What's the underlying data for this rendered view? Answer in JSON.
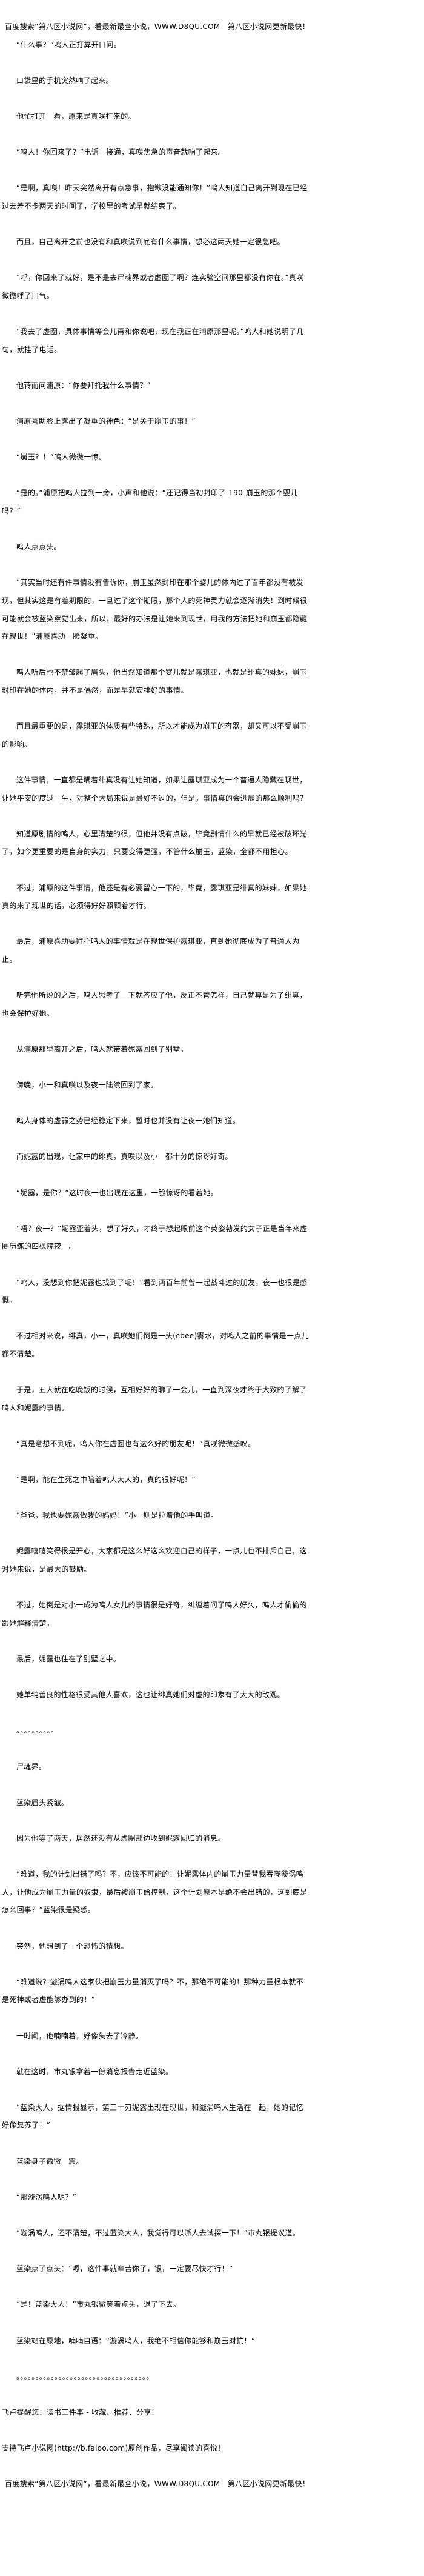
{
  "banner": "百度搜索“第八区小说网”，看最新最全小说，WWW.D8QU.COM　第八区小说网更新最快！",
  "paragraphs": [
    "“什么事？”鸣人正打算开口问。",
    "口袋里的手机突然响了起来。",
    "他忙打开一看，原来是真咲打来的。",
    "“鸣人！你回来了？”电话一接通，真咲焦急的声音就响了起来。",
    "“是啊，真咲！昨天突然离开有点急事，抱歉没能通知你！”鸣人知道自己离开到现在已经过去差不多两天的时间了，学校里的考试早就结束了。",
    "而且，自己离开之前也没有和真咲说到底有什么事情，想必这两天她一定很急吧。",
    "“呼，你回来了就好，是不是去尸魂界或者虚圈了啊？连实验空间那里都没有你在。”真咲微微呼了口气。",
    "“我去了虚圈，具体事情等会儿再和你说吧，现在我正在浦原那里呢。”鸣人和她说明了几句，就挂了电话。",
    "他转而问浦原：“你要拜托我什么事情？”",
    "浦原喜助脸上露出了凝重的神色：“是关于崩玉的事！”",
    "“崩玉？！”鸣人微微一惊。",
    "“是的。”浦原把鸣人拉到一旁，小声和他说：“还记得当初封印了-190-崩玉的那个婴儿吗？”",
    "鸣人点点头。",
    "“其实当时还有件事情没有告诉你，崩玉虽然封印在那个婴儿的体内过了百年都没有被发现，但其实这是有着期限的，一旦过了这个期限，那个人的死神灵力就会逐渐消失！到时候很可能就会被蓝染察觉出来，所以，最好的办法是让她来到现世，用我的方法把她和崩玉都隐藏在现世！”浦原喜助一脸凝重。",
    "鸣人听后也不禁皱起了眉头，他当然知道那个婴儿就是露琪亚，也就是绯真的妹妹，崩玉封印在她的体内，并不是偶然，而是早就安排好的事情。",
    "而且最重要的是，露琪亚的体质有些特殊，所以才能成为崩玉的容器，却又可以不受崩玉的影响。",
    "这件事情，一直都是瞒着绯真没有让她知道，如果让露琪亚成为一个普通人隐藏在现世，让她平安的度过一生，对整个大局来说是最好不过的，但是，事情真的会进展的那么顺利吗？",
    "知道原剧情的鸣人，心里清楚的很，但他并没有点破，毕竟剧情什么的早就已经被破坏光了，如今更重要的是自身的实力，只要变得更强，不管什么崩玉，蓝染，全都不用担心。",
    "不过，浦原的这件事情，他还是有必要留心一下的，毕竟，露琪亚是绯真的妹妹，如果她真的来了现世的话，必须得好好照顾着才行。",
    "最后，浦原喜助要拜托鸣人的事情就是在现世保护露琪亚，直到她彻底成为了普通人为止。",
    "听完他所说的之后，鸣人思考了一下就答应了他，反正不管怎样，自己就算是为了绯真，也会保护好她。",
    "从浦原那里离开之后，鸣人就带着妮露回到了别墅。",
    "傍晚，小一和真咲以及夜一陆续回到了家。",
    "鸣人身体的虚弱之势已经稳定下来，暂时也并没有让夜一她们知道。",
    "而妮露的出现，让家中的绯真，真咲以及小一都十分的惊讶好奇。",
    "“妮露，是你？”这时夜一也出现在这里，一脸惊讶的看着她。",
    "“唔？夜一？”妮露歪着头，想了好久，才终于想起眼前这个英姿勃发的女子正是当年来虚圈历练的四枫院夜一。",
    "“鸣人，没想到你把妮露也找到了呢！”看到两百年前曾一起战斗过的朋友，夜一也很是感慨。",
    "不过相对来说，绯真，小一，真咲她们倒是一头(cbee)雾水，对鸣人之前的事情是一点儿都不清楚。",
    "于是，五人就在吃晚饭的时候，互相好好的聊了一会儿，一直到深夜才终于大致的了解了鸣人和妮露的事情。",
    "“真是意想不到呢，鸣人你在虚圈也有这么好的朋友呢！”真咲微微感叹。",
    "“是啊，能在生死之中陪着鸣人大人的，真的很好呢！”",
    "“爸爸，我也要妮露做我的妈妈！”小一则是拉着他的手叫道。",
    "妮露嘻嘻笑得很是开心，大家都是这么好这么欢迎自己的样子，一点儿也不排斥自己，这对她来说，是最大的鼓励。",
    "不过，她倒是对小一成为鸣人女儿的事情很是好奇，纠缠着问了鸣人好久，鸣人才偷偷的跟她解释清楚。",
    "最后，妮露也住在了别墅之中。",
    "她单纯善良的性格很受其他人喜欢，这也让绯真她们对虚的印象有了大大的改观。",
    "。。。。。。。。。。",
    "尸魂界。",
    "蓝染眉头紧皱。",
    "因为他等了两天，居然还没有从虚圈那边收到妮露回归的消息。",
    "“难道，我的计划出错了吗？不，应该不可能的！让妮露体内的崩玉力量替我吞噬漩涡鸣人，让他成为崩玉力量的奴隶，最后被崩玉给控制，这个计划原本是绝不会出错的，这到底是怎么回事？”蓝染很是疑惑。",
    "突然，他想到了一个恐怖的猜想。",
    "“难道说？漩涡鸣人这家伙把崩玉力量消灭了吗？不，那绝不可能的！那种力量根本就不是死神或者虚能够办到的！”",
    "一时间，他喃喃着，好像失去了冷静。",
    "就在这时，市丸银拿着一份消息报告走近蓝染。",
    "“蓝染大人，据情报显示，第三十刃妮露出现在现世，和漩涡鸣人生活在一起，她的记忆好像复苏了！”",
    "蓝染身子微微一震。",
    "“那漩涡鸣人呢？”",
    "“漩涡鸣人，还不清楚，不过蓝染大人，我觉得可以派人去试探一下！”市丸银提议道。",
    "蓝染点了点头：“嗯，这件事就辛苦你了，银，一定要尽快才行！”",
    "“是！蓝染大人！”市丸银微笑着点头，退了下去。",
    "蓝染站在原地，喃喃自语：“漩涡鸣人，我绝不相信你能够和崩玉对抗！”",
    "。。。。。。。。。。。。。。。。。。。。。。。。。。。。。。。。。。。"
  ],
  "footer": {
    "reminder": "飞卢提醒您：读书三件事 - 收藏、推荐、分享！",
    "support": "支持飞卢小说网(http://b.faloo.com)原创作品，尽享阅读的喜悦！",
    "banner": "百度搜索“第八区小说网”，看最新最全小说，WWW.D8QU.COM　第八区小说网更新最快！"
  }
}
